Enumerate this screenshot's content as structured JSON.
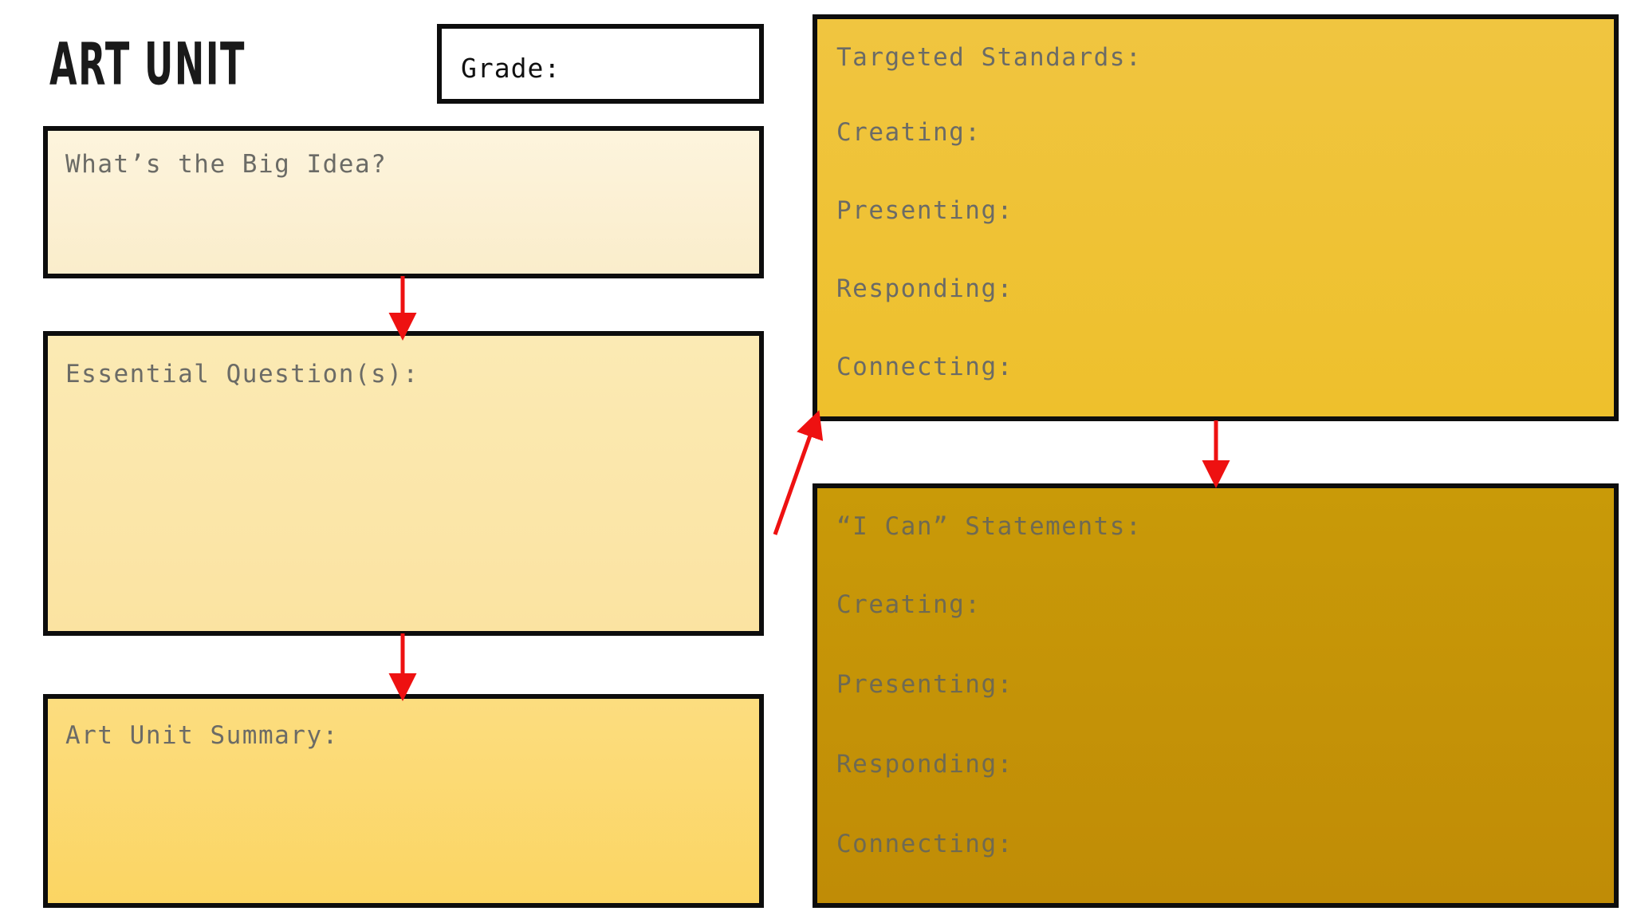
{
  "page": {
    "title": "ART UNIT",
    "background_color": "#ffffff",
    "accent_color": "#EFC134",
    "arrow_color": "#ee1111",
    "border_color": "#0d0d0d",
    "heading_text_color": "#6b6b66"
  },
  "grade": {
    "label": "Grade:",
    "value": "",
    "placeholder": "Grade:"
  },
  "left_column": {
    "big_idea": {
      "label": "What’s the Big Idea?",
      "value": "",
      "fill_color": "#FBF0D2"
    },
    "essential_question": {
      "label": "Essential Question(s):",
      "value": "",
      "fill_color": "#FAE4A0"
    },
    "summary": {
      "label": "Art Unit Summary:",
      "value": "",
      "fill_color": "#FBD968"
    }
  },
  "right_column": {
    "targeted_standards": {
      "label": "Targeted Standards:",
      "fill_color": "#EFC134",
      "items": [
        {
          "label": "Creating:",
          "value": ""
        },
        {
          "label": "Presenting:",
          "value": ""
        },
        {
          "label": "Responding:",
          "value": ""
        },
        {
          "label": "Connecting:",
          "value": ""
        }
      ]
    },
    "i_can_statements": {
      "label": "“I Can” Statements:",
      "fill_color": "#C3910A",
      "items": [
        {
          "label": "Creating:",
          "value": ""
        },
        {
          "label": "Presenting:",
          "value": ""
        },
        {
          "label": "Responding:",
          "value": ""
        },
        {
          "label": "Connecting:",
          "value": ""
        }
      ]
    }
  },
  "connectors": [
    {
      "name": "big-idea-to-essential-question",
      "from": "big_idea",
      "to": "essential_question",
      "direction": "down",
      "color": "#ee1111"
    },
    {
      "name": "essential-question-to-summary",
      "from": "essential_question",
      "to": "summary",
      "direction": "down",
      "color": "#ee1111"
    },
    {
      "name": "essential-question-to-targeted-standards",
      "from": "essential_question",
      "to": "targeted_standards",
      "direction": "up-right",
      "color": "#ee1111"
    },
    {
      "name": "targeted-standards-to-i-can",
      "from": "targeted_standards",
      "to": "i_can_statements",
      "direction": "down",
      "color": "#ee1111"
    }
  ]
}
